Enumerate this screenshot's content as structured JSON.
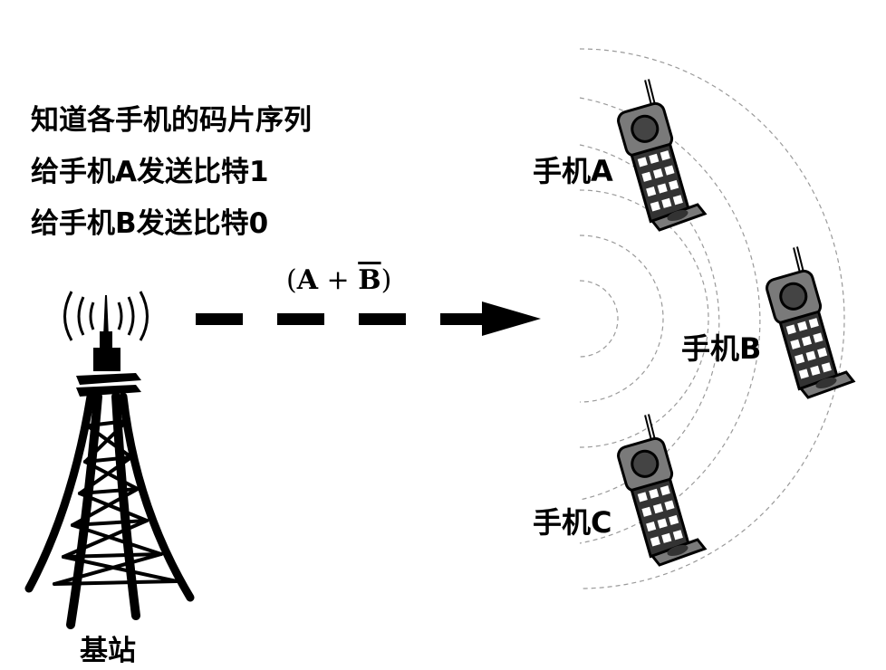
{
  "info": {
    "lines": [
      "知道各手机的码片序列",
      "给手机A发送比特1",
      "给手机B发送比特0"
    ]
  },
  "signal": {
    "open_paren": "(",
    "term_a": "A",
    "operator": " + ",
    "term_b": "B",
    "close_paren": ")",
    "b_is_negated": true
  },
  "base_station": {
    "label": "基站"
  },
  "phones": [
    {
      "label": "手机A"
    },
    {
      "label": "手机B"
    },
    {
      "label": "手机C"
    }
  ],
  "colors": {
    "text": "#000000",
    "wave_arc": "#9a9a9a",
    "phone_body": "#7a7a7a",
    "phone_dark": "#444444"
  }
}
